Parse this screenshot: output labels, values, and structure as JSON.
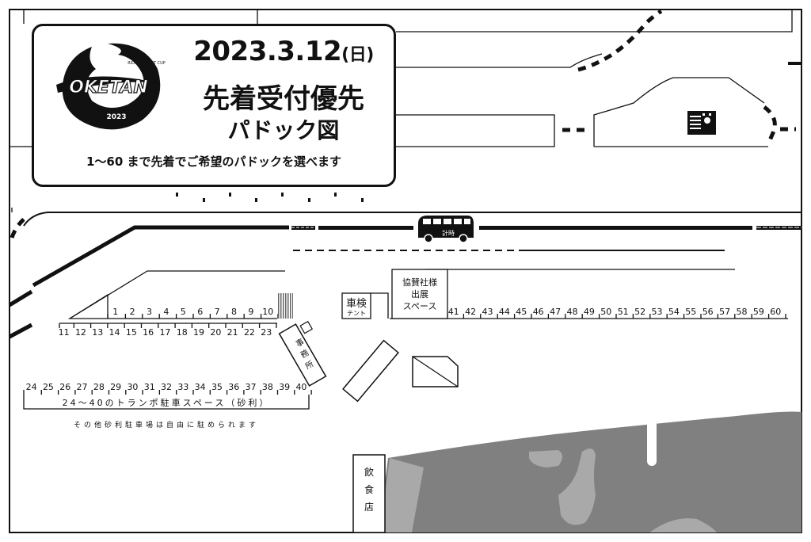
{
  "banner": {
    "logo_brand_small": "RIDING SPORT CUP",
    "logo_text": "OKETAN",
    "logo_year": "2023",
    "date": "2023.3.12",
    "day_of_week": "(日)",
    "title_line1": "先着受付優先",
    "title_line2": "パドック図",
    "subtitle": "1〜60 まで先着でご希望のパドックを選べます"
  },
  "map": {
    "timing_label": "計時",
    "inspection_label": "車検",
    "inspection_tent_label": "テント",
    "sponsor_space_label": [
      "協賛社様",
      "出展",
      "スペース"
    ],
    "office_label": "事務所",
    "food_stall_label": "飲食店",
    "transport_parking_label": "24～40のトランポ駐車スペース（砂利）",
    "other_parking_note": "その他砂利駐車場は自由に駐められます",
    "paddock_row_a": [
      "1",
      "2",
      "3",
      "4",
      "5",
      "6",
      "7",
      "8",
      "9",
      "10"
    ],
    "paddock_row_b": [
      "11",
      "12",
      "13",
      "14",
      "15",
      "16",
      "17",
      "18",
      "19",
      "20",
      "21",
      "22",
      "23"
    ],
    "paddock_row_c": [
      "24",
      "25",
      "26",
      "27",
      "28",
      "29",
      "30",
      "31",
      "32",
      "33",
      "34",
      "35",
      "36",
      "37",
      "38",
      "39",
      "40"
    ],
    "paddock_row_d": [
      "41",
      "42",
      "43",
      "44",
      "45",
      "46",
      "47",
      "48",
      "49",
      "50",
      "51",
      "52",
      "53",
      "54",
      "55",
      "56",
      "57",
      "58",
      "59",
      "60"
    ]
  },
  "colors": {
    "ink": "#111111",
    "grass": "#808080",
    "grass_light": "#a9a9a9",
    "paper": "#ffffff"
  },
  "icons": [
    "bus-icon",
    "scoreboard-icon",
    "logo-brush-icon"
  ]
}
